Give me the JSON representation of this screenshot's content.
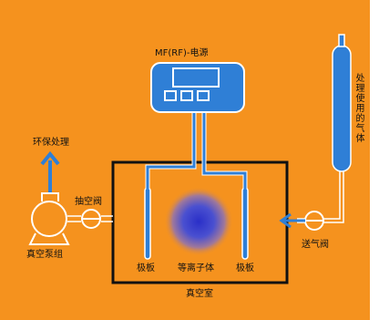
{
  "colors": {
    "background": "#f5921e",
    "accent_blue": "#2f7fd6",
    "outline": "#ffffff",
    "chamber": "#111111",
    "plasma_core": "#2a2fc8",
    "label_text": "#111111"
  },
  "labels": {
    "power_supply": "MF(RF)-电源",
    "environmental_treatment": "环保处理",
    "exhaust_valve": "抽空阀",
    "vacuum_pump": "真空泵组",
    "electrode_left": "极板",
    "plasma": "等离子体",
    "electrode_right": "极板",
    "vacuum_chamber": "真空室",
    "gas_valve": "送气阀",
    "process_gas": "处理使用的气体"
  },
  "icons": {
    "power_supply": "power-supply-icon",
    "pump": "vacuum-pump-icon",
    "valve": "valve-icon",
    "gas_cylinder": "gas-cylinder-icon",
    "arrow": "arrow-icon"
  }
}
